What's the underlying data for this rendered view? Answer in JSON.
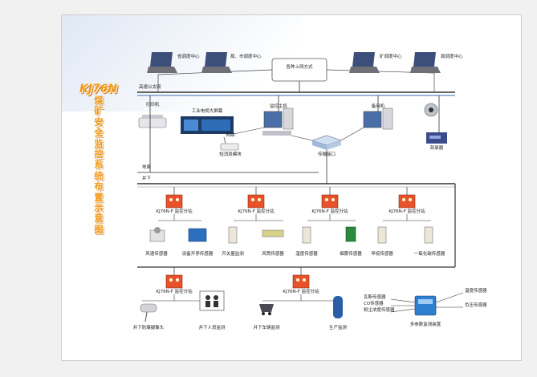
{
  "title": {
    "code": "KJ76N",
    "subtitle": "煤矿安全监控系统布置示意图"
  },
  "network": {
    "upper_center": "各种上网方式",
    "clients": [
      "省调度中心",
      "局、市调度中心",
      "矿调度中心",
      "局调度中心"
    ],
    "ethernet": "高速以太网",
    "ground": "地面",
    "underground": "井下"
  },
  "surface": {
    "printer": "打印机",
    "tv_wall": "工业电视大屏幕",
    "sms_module": "短消息模块",
    "monitor_host": "监控主机",
    "backup_host": "备用机",
    "transfer": "传输接口",
    "camera_recorder": "刻录器",
    "network_label": "网络"
  },
  "substations": [
    "KJ76N-F 监控分站",
    "KJ76N-F 监控分站",
    "KJ76N-F 监控分站",
    "KJ76N-F 监控分站"
  ],
  "sensors_row1": [
    "风速传感器",
    "设备开停传感器",
    "开关量监测",
    "风筒传感器",
    "温度传感器",
    "烟雾传感器",
    "甲烷传感器",
    "一氧化碳传感器"
  ],
  "bottom": {
    "sub_left": "KJ76N-F 监控分站",
    "sub_right": "KJ76N-F 监控分站",
    "camera": "井下防爆摄像头",
    "personnel": "井下人员监测",
    "car": "井下车辆监测",
    "flow": "生产监测",
    "hub_inputs": [
      "瓦斯传感器",
      "CO传感器",
      "粉尘浓度传感器"
    ],
    "hub_outputs": [
      "温度传感器",
      "负压传感器"
    ],
    "hub": "多参数监测装置"
  },
  "colors": {
    "accent": "#f39a16",
    "substation": "#e8522a",
    "bus": "#2a2a2a"
  }
}
